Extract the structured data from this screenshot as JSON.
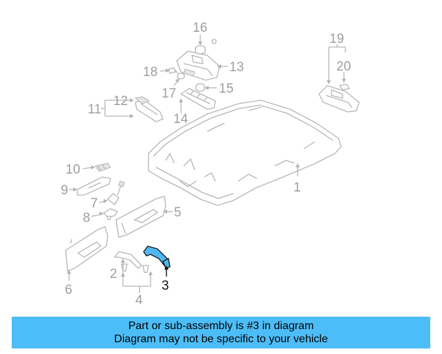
{
  "callouts": {
    "c1": "1",
    "c2": "2",
    "c3": "3",
    "c4": "4",
    "c5": "5",
    "c6": "6",
    "c7": "7",
    "c8": "8",
    "c9": "9",
    "c10": "10",
    "c11": "11",
    "c12": "12",
    "c13": "13",
    "c14": "14",
    "c15": "15",
    "c16": "16",
    "c17": "17",
    "c18": "18",
    "c19": "19",
    "c20": "20"
  },
  "highlighted_part": "3",
  "colors": {
    "highlight": "#4fb8f2",
    "banner": "#4dbdf7",
    "line": "#b4b4b4"
  },
  "banner": {
    "line1": "Part or sub-assembly is #3 in diagram",
    "line2": "Diagram may not be specific to your vehicle"
  }
}
